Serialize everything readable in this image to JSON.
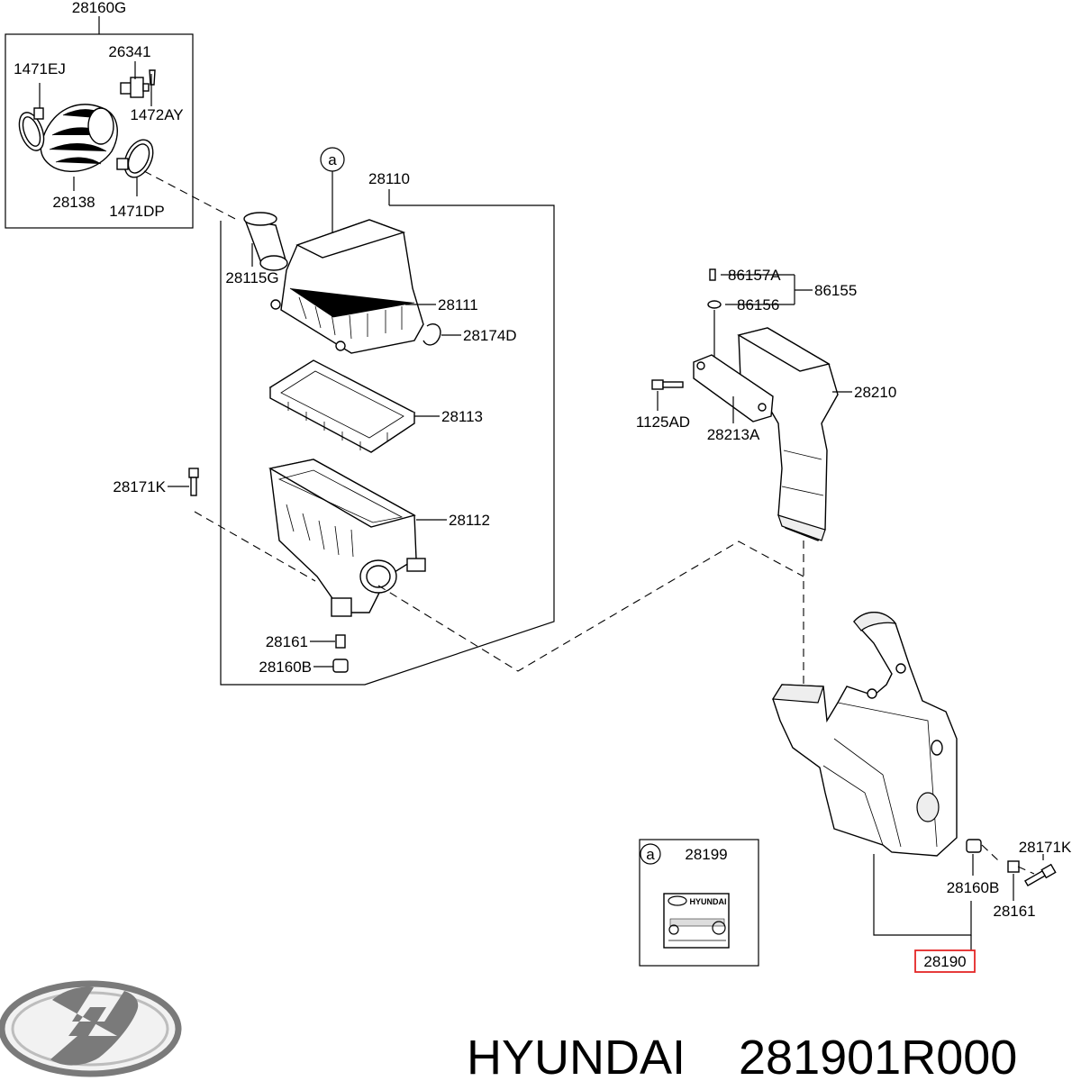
{
  "labels": {
    "p28160G": "28160G",
    "p26341": "26341",
    "p1471EJ": "1471EJ",
    "p1472AY": "1472AY",
    "p28138": "28138",
    "p1471DP": "1471DP",
    "pA_top": "a",
    "p28110": "28110",
    "p28115G": "28115G",
    "p28111": "28111",
    "p28174D": "28174D",
    "p28113": "28113",
    "p28171K_left": "28171K",
    "p28112": "28112",
    "p28161_left": "28161",
    "p28160B_left": "28160B",
    "p86157A": "86157A",
    "p86155": "86155",
    "p86156": "86156",
    "p28210": "28210",
    "p1125AD": "1125AD",
    "p28213A": "28213A",
    "p28171K_right": "28171K",
    "p28160B_right": "28160B",
    "p28161_right": "28161",
    "p28190": "28190",
    "pA_label": "a",
    "p28199": "28199"
  },
  "sticker": {
    "brand": "HYUNDAI"
  },
  "footer": {
    "brand": "HYUNDAI",
    "part_number": "281901R000"
  },
  "colors": {
    "highlight_box": "#e32626",
    "logo": "#7a7a7a"
  },
  "icons": {
    "logo": "hyundai-logo-icon"
  }
}
